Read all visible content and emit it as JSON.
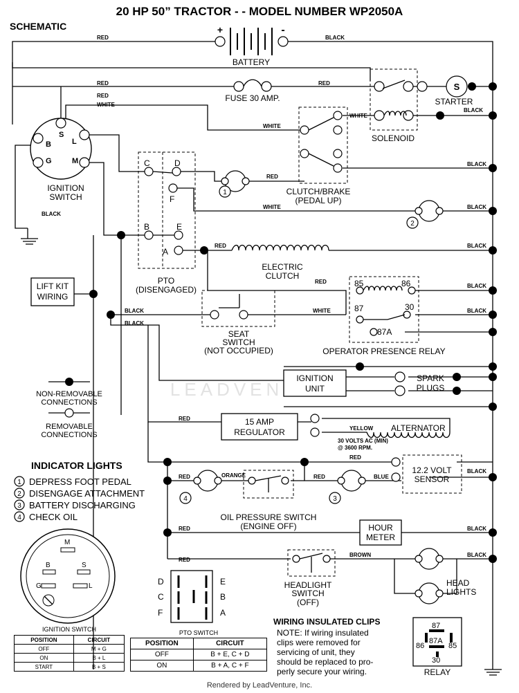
{
  "header": {
    "title": "20 HP 50” TRACTOR  - -  MODEL NUMBER WP2050A",
    "section": "SCHEMATIC"
  },
  "wire_labels": {
    "red": "RED",
    "black": "BLACK",
    "white": "WHITE",
    "orange": "ORANGE",
    "blue": "BLUE",
    "brown": "BROWN",
    "yellow": "YELLOW"
  },
  "battery": {
    "label": "BATTERY",
    "plus": "+",
    "minus": "-"
  },
  "fuse": {
    "label": "FUSE 30 AMP."
  },
  "starter": {
    "label": "STARTER",
    "symbol": "S"
  },
  "solenoid": {
    "label": "SOLENOID"
  },
  "ignition_switch": {
    "label_line1": "IGNITION",
    "label_line2": "SWITCH",
    "terminals": [
      "B",
      "S",
      "L",
      "G",
      "M"
    ]
  },
  "clutch_brake": {
    "line1": "CLUTCH/BRAKE",
    "line2": "(PEDAL UP)"
  },
  "pto": {
    "line1": "PTO",
    "line2": "(DISENGAGED)",
    "terminals": [
      "C",
      "D",
      "F",
      "B",
      "E",
      "A"
    ]
  },
  "electric_clutch": {
    "line1": "ELECTRIC",
    "line2": "CLUTCH"
  },
  "lift_kit": {
    "line1": "LIFT KIT",
    "line2": "WIRING"
  },
  "seat_switch": {
    "line1": "SEAT",
    "line2": "SWITCH",
    "line3": "(NOT OCCUPIED)"
  },
  "relay_opc": {
    "label": "OPERATOR PRESENCE RELAY",
    "pins": [
      "85",
      "86",
      "87",
      "30",
      "87A"
    ]
  },
  "ignition_unit": {
    "line1": "IGNITION",
    "line2": "UNIT"
  },
  "spark_plugs": {
    "line1": "SPARK",
    "line2": "PLUGS"
  },
  "regulator": {
    "line1": "15 AMP",
    "line2": "REGULATOR"
  },
  "alternator": {
    "label": "ALTERNATOR",
    "note1": "30 VOLTS AC (MIN)",
    "note2": "@ 3600 RPM."
  },
  "volt_sensor": {
    "line1": "12.2 VOLT",
    "line2": "SENSOR"
  },
  "oil_switch": {
    "line1": "OIL PRESSURE SWITCH",
    "line2": "(ENGINE OFF)"
  },
  "hour_meter": {
    "line1": "HOUR",
    "line2": "METER"
  },
  "headlight_switch": {
    "line1": "HEADLIGHT",
    "line2": "SWITCH",
    "line3": "(OFF)"
  },
  "head_lights": {
    "line1": "HEAD",
    "line2": "LIGHTS"
  },
  "legend": {
    "non_removable_1": "NON-REMOVABLE",
    "non_removable_2": "CONNECTIONS",
    "removable_1": "REMOVABLE",
    "removable_2": "CONNECTIONS"
  },
  "watermark": "LEADVENTURE",
  "indicator_lights": {
    "title": "INDICATOR LIGHTS",
    "items": [
      {
        "num": "1",
        "text": "DEPRESS FOOT PEDAL"
      },
      {
        "num": "2",
        "text": "DISENGAGE ATTACHMENT"
      },
      {
        "num": "3",
        "text": "BATTERY DISCHARGING"
      },
      {
        "num": "4",
        "text": "CHECK OIL"
      }
    ]
  },
  "ignition_switch_table": {
    "title": "IGNITION SWITCH",
    "headers": [
      "POSITION",
      "CIRCUIT"
    ],
    "rows": [
      [
        "OFF",
        "M + G"
      ],
      [
        "ON",
        "B + L"
      ],
      [
        "START",
        "B + S"
      ]
    ]
  },
  "pto_switch_table": {
    "title": "PTO SWITCH",
    "headers": [
      "POSITION",
      "CIRCUIT"
    ],
    "rows": [
      [
        "OFF",
        "B + E, C + D"
      ],
      [
        "ON",
        "B + A, C + F"
      ]
    ]
  },
  "pto_diagram": {
    "left": [
      "D",
      "C",
      "F"
    ],
    "right": [
      "E",
      "B",
      "A"
    ]
  },
  "clips_note": {
    "title": "WIRING INSULATED CLIPS",
    "line1": "NOTE: If wiring insulated",
    "line2": "clips were removed for",
    "line3": "servicing of unit, they",
    "line4": "should be replaced to pro-",
    "line5": "perly secure your wiring."
  },
  "relay_diagram": {
    "label": "RELAY",
    "pins": [
      "87",
      "86",
      "87A",
      "85",
      "30"
    ]
  },
  "footer": {
    "credit": "Rendered by LeadVenture, Inc."
  }
}
